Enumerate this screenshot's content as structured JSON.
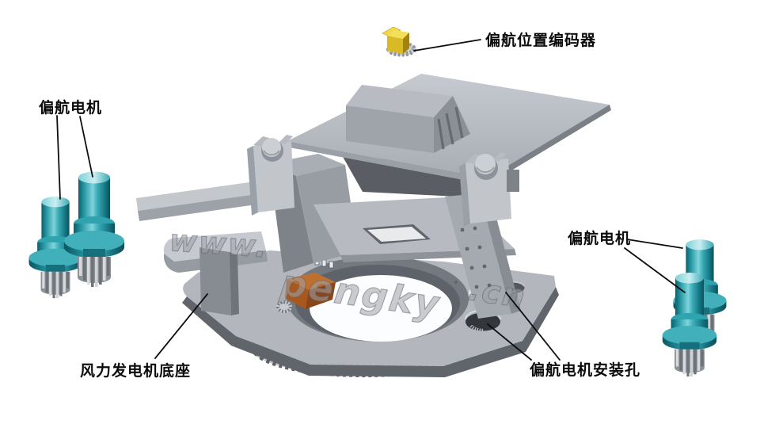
{
  "labels": {
    "yaw_position_encoder": "偏航位置编码器",
    "yaw_motor_left": "偏航电机",
    "yaw_motor_right": "偏航电机",
    "generator_base": "风力发电机底座",
    "yaw_motor_mounting_hole": "偏航电机安装孔"
  },
  "watermark": {
    "part1": "www.",
    "part2": "pengky",
    "part3": ".cn"
  },
  "colors": {
    "motor_teal": "#2fa3ae",
    "pinion_orange": "#c0702e",
    "encoder_yellow": "#f4e058",
    "structure_gray": "#b3b7bd",
    "label_black": "#0b0b0b"
  }
}
